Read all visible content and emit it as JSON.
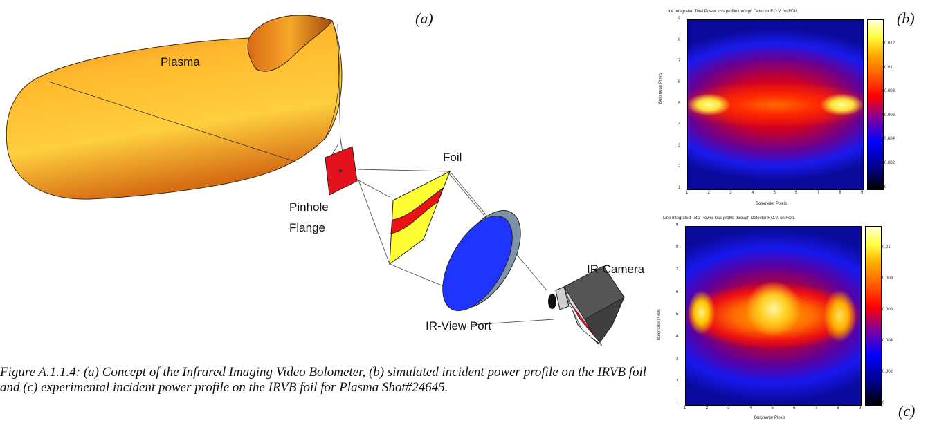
{
  "panel_labels": {
    "a": "(a)",
    "b": "(b)",
    "c": "(c)"
  },
  "diagram": {
    "plasma": "Plasma",
    "pinhole": "Pinhole",
    "flange": "Flange",
    "foil": "Foil",
    "ir_camera": "IR-Camera",
    "ir_view_port": "IR-View Port"
  },
  "caption": "Figure A.1.1.4: (a) Concept of the Infrared Imaging Video Bolometer, (b) simulated incident power profile on the IRVB foil and (c) experimental incident power profile on the IRVB foil for Plasma Shot#24645.",
  "chart_data": [
    {
      "type": "heatmap",
      "title": "Line Integrated Total Power loss profile through Detector F.O.V. on FOIL",
      "xlabel": "Bolometer Pixels",
      "ylabel": "Bolometer Pixels",
      "xticks": [
        "1",
        "2",
        "3",
        "4",
        "5",
        "6",
        "7",
        "8",
        "9"
      ],
      "yticks": [
        "1",
        "2",
        "3",
        "4",
        "5",
        "6",
        "7",
        "8",
        "9"
      ],
      "xlim": [
        1,
        9
      ],
      "ylim": [
        1,
        9
      ],
      "colorbar_ticks": [
        "0",
        "0.002",
        "0.004",
        "0.006",
        "0.008",
        "0.01",
        "0.012"
      ],
      "colorbar_range": [
        0,
        0.0135
      ]
    },
    {
      "type": "heatmap",
      "title": "Line Integrated Total Power loss profile through Detector F.O.V. on FOIL",
      "xlabel": "Bolometer Pixels",
      "ylabel": "Bolometer Pixels",
      "xticks": [
        "1",
        "2",
        "3",
        "4",
        "5",
        "6",
        "7",
        "8",
        "9"
      ],
      "yticks": [
        "1",
        "2",
        "3",
        "4",
        "5",
        "6",
        "7",
        "8",
        "9"
      ],
      "xlim": [
        1,
        9
      ],
      "ylim": [
        1,
        9
      ],
      "colorbar_ticks": [
        "0",
        "0.002",
        "0.004",
        "0.006",
        "0.008",
        "0.01"
      ],
      "colorbar_range": [
        0,
        0.0115
      ]
    }
  ],
  "colors": {
    "plasma_light": "#ffd24a",
    "plasma_dark": "#c0550f",
    "foil_yellow": "#ffff33",
    "foil_red": "#ee1111",
    "viewport_blue": "#1f35ff",
    "flange_red": "#e4121c"
  }
}
